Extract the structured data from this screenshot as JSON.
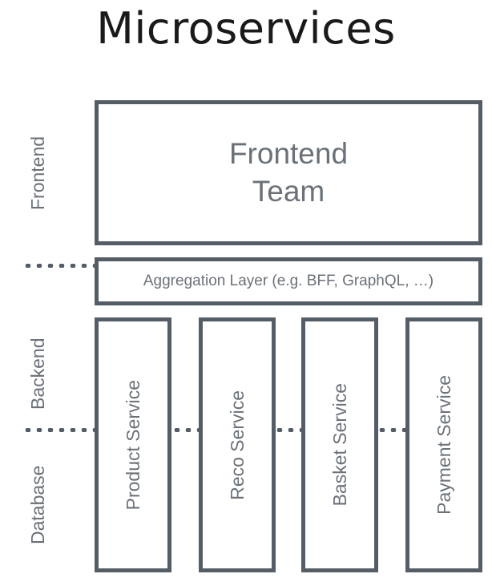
{
  "title": "Microservices",
  "colors": {
    "stroke": "#555d66",
    "text": "#6b7178",
    "title": "#1a1a1a",
    "background": "#ffffff"
  },
  "swimlanes": [
    {
      "id": "frontend",
      "label": "Frontend"
    },
    {
      "id": "backend",
      "label": "Backend"
    },
    {
      "id": "database",
      "label": "Database"
    }
  ],
  "blocks": {
    "frontend_team": "Frontend\nTeam",
    "aggregation_layer": "Aggregation Layer (e.g. BFF, GraphQL, …)"
  },
  "services": [
    {
      "label": "Product Service"
    },
    {
      "label": "Reco Service"
    },
    {
      "label": "Basket Service"
    },
    {
      "label": "Payment Service"
    }
  ]
}
